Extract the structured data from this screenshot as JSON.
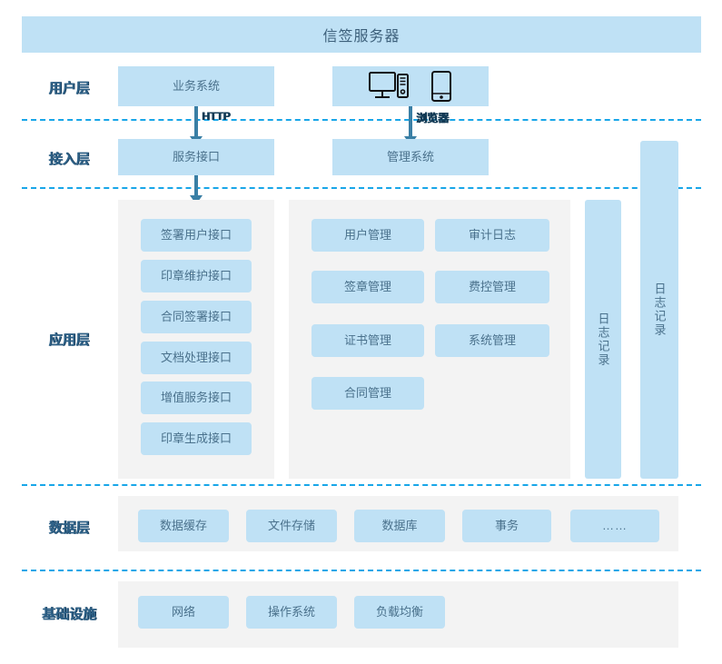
{
  "header": {
    "title": "信签服务器"
  },
  "colors": {
    "node_fill": "#bfe1f5",
    "panel_fill": "#f3f3f3",
    "divider": "#18a6e8",
    "arrow": "#3a7fa5",
    "node_text": "#4a718c",
    "label_text": "#2f6288"
  },
  "layers": [
    {
      "id": "user",
      "label": "用户层"
    },
    {
      "id": "access",
      "label": "接入层"
    },
    {
      "id": "app",
      "label": "应用层"
    },
    {
      "id": "data",
      "label": "数据层"
    },
    {
      "id": "infra",
      "label": "基础设施"
    }
  ],
  "user_layer": {
    "business_system": "业务系统",
    "client_devices": {
      "desktop_icon": "desktop-computer-icon",
      "mobile_icon": "mobile-phone-icon"
    }
  },
  "access_layer": {
    "service_interface": "服务接口",
    "management_system": "管理系统"
  },
  "connectors": [
    {
      "id": "http",
      "label": "HTTP"
    },
    {
      "id": "browser",
      "label": "浏览器"
    }
  ],
  "app_layer": {
    "interfaces": [
      "签署用户接口",
      "印章维护接口",
      "合同签署接口",
      "文档处理接口",
      "增值服务接口",
      "印章生成接口"
    ],
    "management_left": [
      "用户管理",
      "签章管理",
      "证书管理",
      "合同管理"
    ],
    "management_right": [
      "审计日志",
      "费控管理",
      "系统管理"
    ]
  },
  "log_columns": [
    {
      "id": "log-inner",
      "label": "日志记录"
    },
    {
      "id": "log-outer",
      "label": "日志记录"
    }
  ],
  "data_layer": {
    "items": [
      "数据缓存",
      "文件存储",
      "数据库",
      "事务",
      "……"
    ]
  },
  "infra_layer": {
    "items": [
      "网络",
      "操作系统",
      "负载均衡"
    ]
  }
}
